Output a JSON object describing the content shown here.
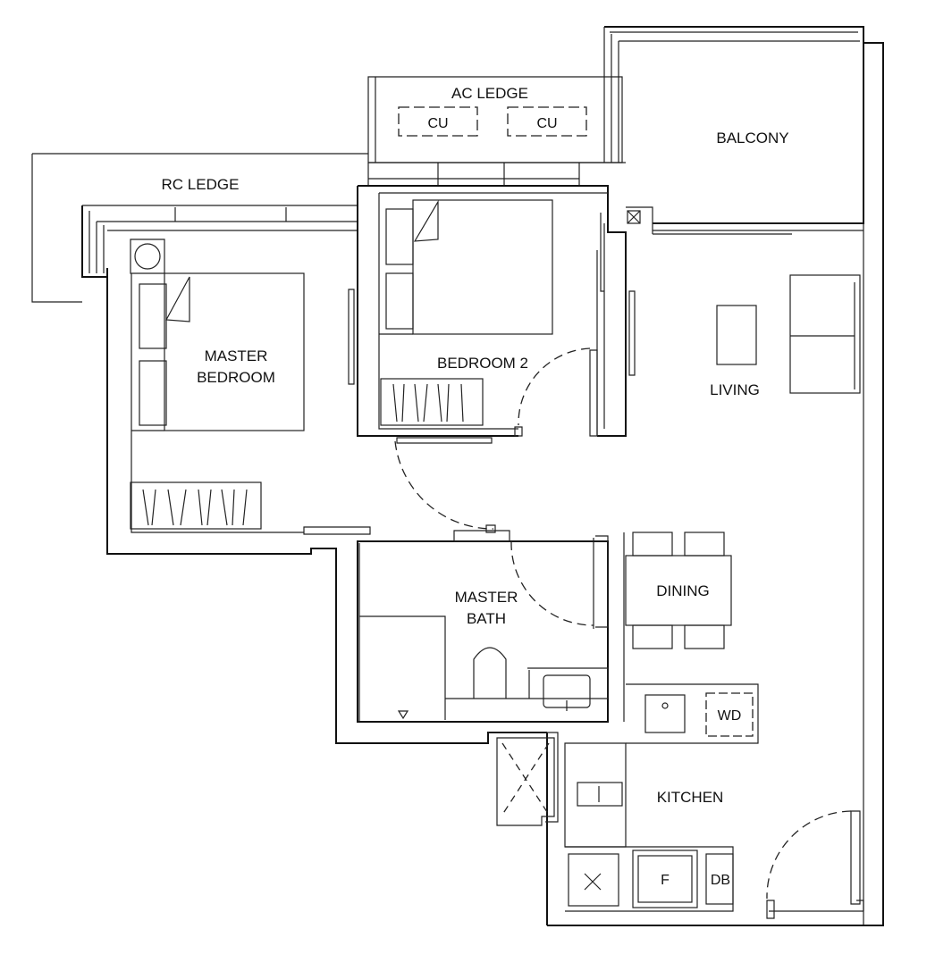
{
  "rooms": {
    "ac_ledge": "AC LEDGE",
    "rc_ledge": "RC LEDGE",
    "balcony": "BALCONY",
    "master_bedroom_1": "MASTER",
    "master_bedroom_2": "BEDROOM",
    "bedroom2": "BEDROOM 2",
    "living": "LIVING",
    "master_bath_1": "MASTER",
    "master_bath_2": "BATH",
    "dining": "DINING",
    "kitchen": "KITCHEN"
  },
  "fixtures": {
    "cu_1": "CU",
    "cu_2": "CU",
    "wd": "WD",
    "fridge": "F",
    "db": "DB"
  }
}
